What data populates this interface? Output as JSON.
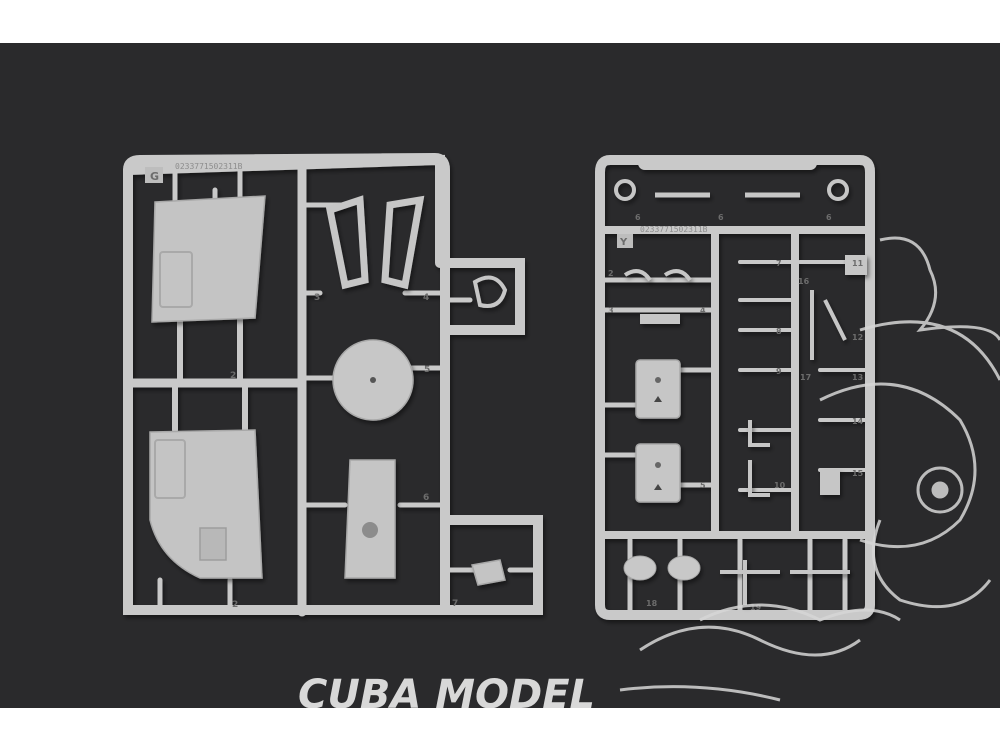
{
  "photo": {
    "background_color": "#2a2a2c",
    "plastic_color": "#c9c9c9",
    "watermark_color": "#d6d6d6"
  },
  "left_sprue": {
    "letter": "G",
    "code": "0233771502311B",
    "part_numbers": [
      "2",
      "2",
      "3",
      "4",
      "5",
      "6",
      "7"
    ]
  },
  "right_sprue": {
    "letter": "Y",
    "code": "0233771502311B",
    "part_numbers": [
      "2",
      "3",
      "4",
      "5",
      "6",
      "6",
      "6",
      "7",
      "8",
      "9",
      "10",
      "11",
      "12",
      "13",
      "14",
      "15",
      "16",
      "17",
      "18",
      "19",
      "20"
    ]
  },
  "watermark": {
    "text": "CUBA MODEL"
  }
}
